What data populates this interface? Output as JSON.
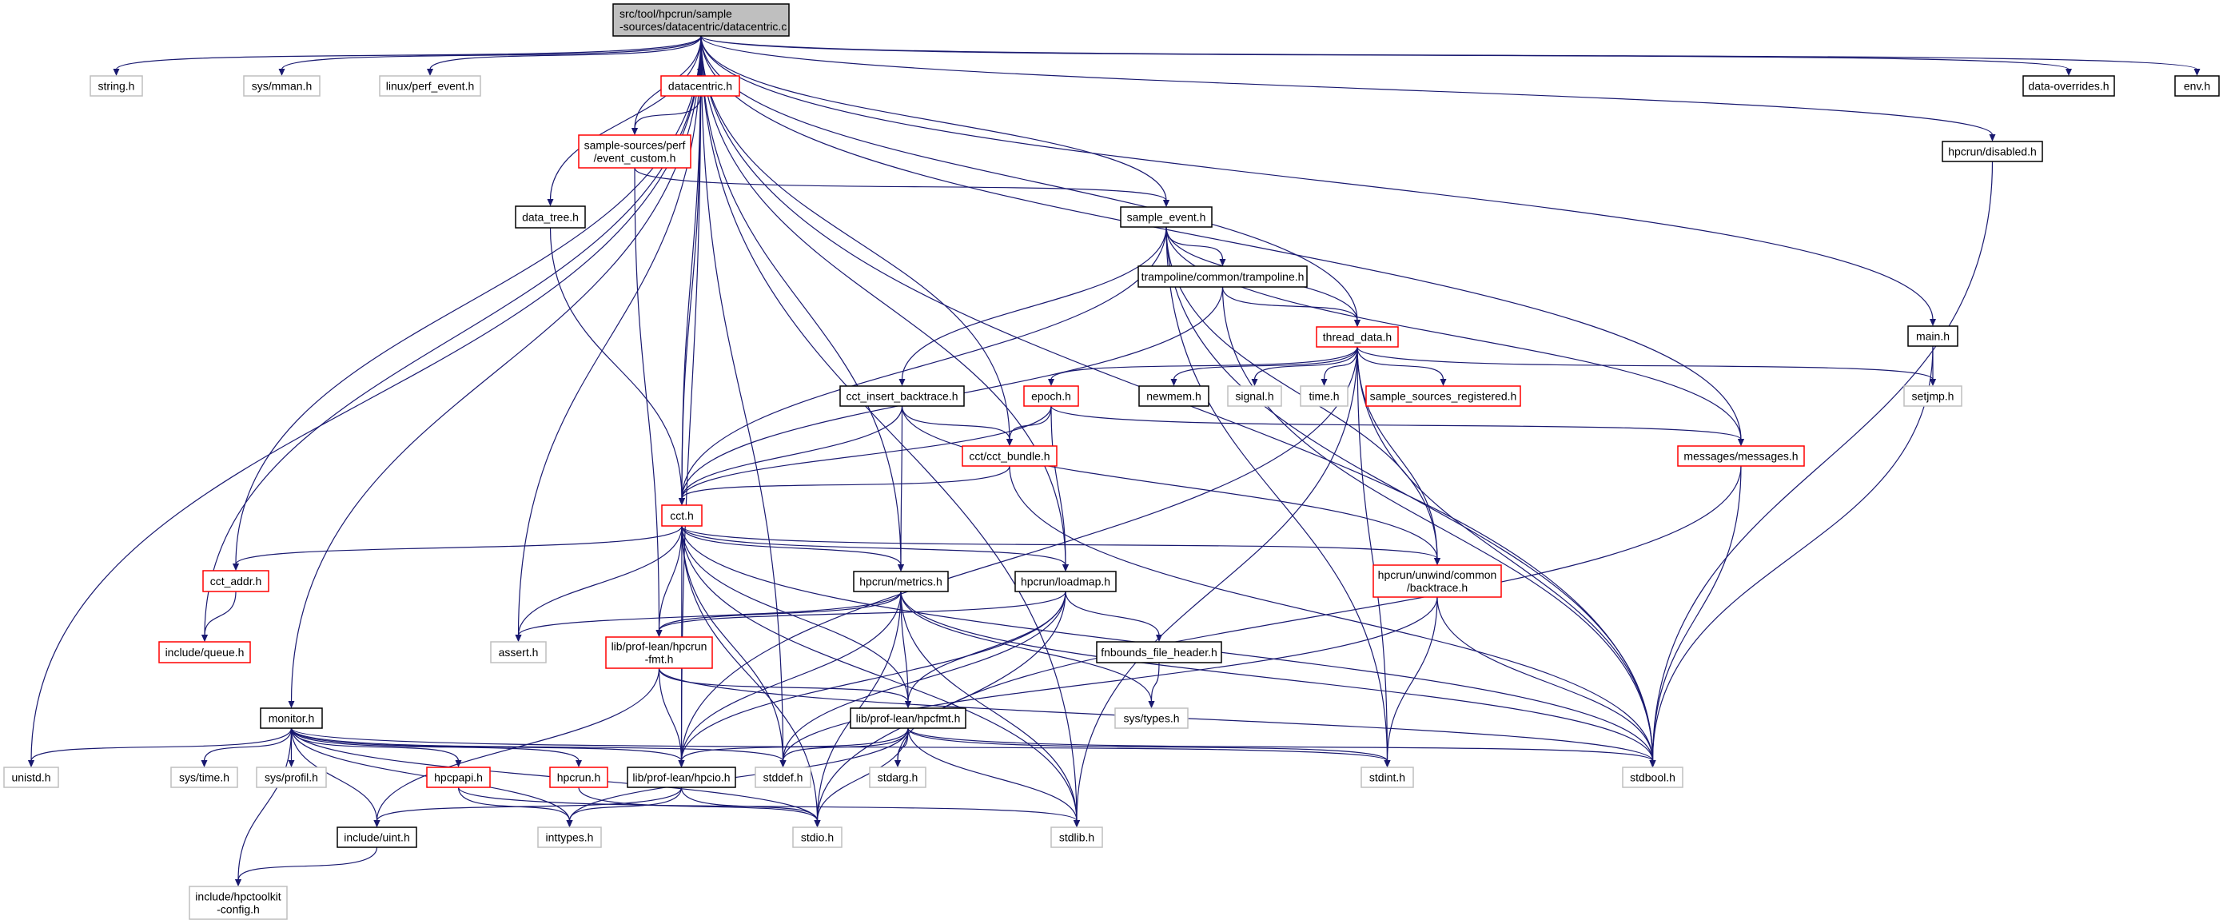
{
  "title": "Include dependency graph for src/tool/hpcrun/sample-sources/datacentric/datacentric.c",
  "colors": {
    "edge": "#191970",
    "root_fill": "#bfbfbf",
    "root_border": "#000000",
    "documented_border": "#000000",
    "truncated_border": "#ff0000",
    "external_border": "#bfbfbf",
    "node_fill": "#ffffff"
  },
  "nodes": [
    {
      "id": "root",
      "lines": [
        "src/tool/hpcrun/sample",
        "-sources/datacentric/datacentric.c"
      ],
      "kind": "root"
    },
    {
      "id": "string_h",
      "lines": [
        "string.h"
      ],
      "kind": "external"
    },
    {
      "id": "sys_mman_h",
      "lines": [
        "sys/mman.h"
      ],
      "kind": "external"
    },
    {
      "id": "linux_perf_event_h",
      "lines": [
        "linux/perf_event.h"
      ],
      "kind": "external"
    },
    {
      "id": "datacentric_h",
      "lines": [
        "datacentric.h"
      ],
      "kind": "truncated"
    },
    {
      "id": "event_custom_h",
      "lines": [
        "sample-sources/perf",
        "/event_custom.h"
      ],
      "kind": "truncated"
    },
    {
      "id": "data_tree_h",
      "lines": [
        "data_tree.h"
      ],
      "kind": "documented"
    },
    {
      "id": "sample_event_h",
      "lines": [
        "sample_event.h"
      ],
      "kind": "documented"
    },
    {
      "id": "data_overrides_h",
      "lines": [
        "data-overrides.h"
      ],
      "kind": "documented"
    },
    {
      "id": "env_h",
      "lines": [
        "env.h"
      ],
      "kind": "documented"
    },
    {
      "id": "hpcrun_disabled_h",
      "lines": [
        "hpcrun/disabled.h"
      ],
      "kind": "documented"
    },
    {
      "id": "trampoline_h",
      "lines": [
        "trampoline/common/trampoline.h"
      ],
      "kind": "documented"
    },
    {
      "id": "thread_data_h",
      "lines": [
        "thread_data.h"
      ],
      "kind": "truncated"
    },
    {
      "id": "main_h",
      "lines": [
        "main.h"
      ],
      "kind": "documented"
    },
    {
      "id": "setjmp_h",
      "lines": [
        "setjmp.h"
      ],
      "kind": "external"
    },
    {
      "id": "cct_insert_backtrace_h",
      "lines": [
        "cct_insert_backtrace.h"
      ],
      "kind": "documented"
    },
    {
      "id": "epoch_h",
      "lines": [
        "epoch.h"
      ],
      "kind": "truncated"
    },
    {
      "id": "newmem_h",
      "lines": [
        "newmem.h"
      ],
      "kind": "documented"
    },
    {
      "id": "signal_h",
      "lines": [
        "signal.h"
      ],
      "kind": "external"
    },
    {
      "id": "time_h",
      "lines": [
        "time.h"
      ],
      "kind": "external"
    },
    {
      "id": "sample_sources_registered_h",
      "lines": [
        "sample_sources_registered.h"
      ],
      "kind": "truncated"
    },
    {
      "id": "cct_bundle_h",
      "lines": [
        "cct/cct_bundle.h"
      ],
      "kind": "truncated"
    },
    {
      "id": "messages_h",
      "lines": [
        "messages/messages.h"
      ],
      "kind": "truncated"
    },
    {
      "id": "cct_h",
      "lines": [
        "cct.h"
      ],
      "kind": "truncated"
    },
    {
      "id": "cct_addr_h",
      "lines": [
        "cct_addr.h"
      ],
      "kind": "truncated"
    },
    {
      "id": "include_queue_h",
      "lines": [
        "include/queue.h"
      ],
      "kind": "truncated"
    },
    {
      "id": "hpcrun_metrics_h",
      "lines": [
        "hpcrun/metrics.h"
      ],
      "kind": "documented"
    },
    {
      "id": "hpcrun_loadmap_h",
      "lines": [
        "hpcrun/loadmap.h"
      ],
      "kind": "documented"
    },
    {
      "id": "backtrace_h",
      "lines": [
        "hpcrun/unwind/common",
        "/backtrace.h"
      ],
      "kind": "truncated"
    },
    {
      "id": "assert_h",
      "lines": [
        "assert.h"
      ],
      "kind": "external"
    },
    {
      "id": "hpcrun_fmt_h",
      "lines": [
        "lib/prof-lean/hpcrun",
        "-fmt.h"
      ],
      "kind": "truncated"
    },
    {
      "id": "fnbounds_h",
      "lines": [
        "fnbounds_file_header.h"
      ],
      "kind": "documented"
    },
    {
      "id": "sys_types_h",
      "lines": [
        "sys/types.h"
      ],
      "kind": "external"
    },
    {
      "id": "monitor_h",
      "lines": [
        "monitor.h"
      ],
      "kind": "documented"
    },
    {
      "id": "hpcfmt_h",
      "lines": [
        "lib/prof-lean/hpcfmt.h"
      ],
      "kind": "documented"
    },
    {
      "id": "unistd_h",
      "lines": [
        "unistd.h"
      ],
      "kind": "external"
    },
    {
      "id": "sys_time_h",
      "lines": [
        "sys/time.h"
      ],
      "kind": "external"
    },
    {
      "id": "sys_profil_h",
      "lines": [
        "sys/profil.h"
      ],
      "kind": "external"
    },
    {
      "id": "hpcpapi_h",
      "lines": [
        "hpcpapi.h"
      ],
      "kind": "truncated"
    },
    {
      "id": "hpcrun_h",
      "lines": [
        "hpcrun.h"
      ],
      "kind": "truncated"
    },
    {
      "id": "hpcio_h",
      "lines": [
        "lib/prof-lean/hpcio.h"
      ],
      "kind": "documented"
    },
    {
      "id": "stddef_h",
      "lines": [
        "stddef.h"
      ],
      "kind": "external"
    },
    {
      "id": "stdarg_h",
      "lines": [
        "stdarg.h"
      ],
      "kind": "external"
    },
    {
      "id": "stdint_h",
      "lines": [
        "stdint.h"
      ],
      "kind": "external"
    },
    {
      "id": "stdbool_h",
      "lines": [
        "stdbool.h"
      ],
      "kind": "external"
    },
    {
      "id": "include_uint_h",
      "lines": [
        "include/uint.h"
      ],
      "kind": "documented"
    },
    {
      "id": "inttypes_h",
      "lines": [
        "inttypes.h"
      ],
      "kind": "external"
    },
    {
      "id": "stdio_h",
      "lines": [
        "stdio.h"
      ],
      "kind": "external"
    },
    {
      "id": "stdlib_h",
      "lines": [
        "stdlib.h"
      ],
      "kind": "external"
    },
    {
      "id": "hpctoolkit_config_h",
      "lines": [
        "include/hpctoolkit",
        "-config.h"
      ],
      "kind": "external"
    }
  ],
  "edges": [
    [
      "root",
      "string_h"
    ],
    [
      "root",
      "sys_mman_h"
    ],
    [
      "root",
      "linux_perf_event_h"
    ],
    [
      "root",
      "datacentric_h"
    ],
    [
      "root",
      "event_custom_h"
    ],
    [
      "root",
      "data_tree_h"
    ],
    [
      "root",
      "sample_event_h"
    ],
    [
      "root",
      "thread_data_h"
    ],
    [
      "root",
      "cct_h"
    ],
    [
      "root",
      "cct_addr_h"
    ],
    [
      "root",
      "include_queue_h"
    ],
    [
      "root",
      "unistd_h"
    ],
    [
      "root",
      "monitor_h"
    ],
    [
      "root",
      "assert_h"
    ],
    [
      "root",
      "stddef_h"
    ],
    [
      "root",
      "hpcrun_metrics_h"
    ],
    [
      "root",
      "hpcrun_loadmap_h"
    ],
    [
      "root",
      "cct_bundle_h"
    ],
    [
      "root",
      "messages_h"
    ],
    [
      "root",
      "main_h"
    ],
    [
      "root",
      "hpcrun_disabled_h"
    ],
    [
      "root",
      "data_overrides_h"
    ],
    [
      "root",
      "env_h"
    ],
    [
      "root",
      "stdbool_h"
    ],
    [
      "root",
      "stdlib_h"
    ],
    [
      "root",
      "hpcio_h"
    ],
    [
      "datacentric_h",
      "event_custom_h"
    ],
    [
      "datacentric_h",
      "cct_h"
    ],
    [
      "event_custom_h",
      "sample_event_h"
    ],
    [
      "event_custom_h",
      "hpcrun_fmt_h"
    ],
    [
      "data_tree_h",
      "cct_h"
    ],
    [
      "sample_event_h",
      "trampoline_h"
    ],
    [
      "sample_event_h",
      "thread_data_h"
    ],
    [
      "sample_event_h",
      "cct_insert_backtrace_h"
    ],
    [
      "sample_event_h",
      "cct_h"
    ],
    [
      "sample_event_h",
      "messages_h"
    ],
    [
      "sample_event_h",
      "stdbool_h"
    ],
    [
      "sample_event_h",
      "stdint_h"
    ],
    [
      "sample_event_h",
      "backtrace_h"
    ],
    [
      "trampoline_h",
      "thread_data_h"
    ],
    [
      "trampoline_h",
      "cct_h"
    ],
    [
      "trampoline_h",
      "stdbool_h"
    ],
    [
      "thread_data_h",
      "epoch_h"
    ],
    [
      "thread_data_h",
      "newmem_h"
    ],
    [
      "thread_data_h",
      "signal_h"
    ],
    [
      "thread_data_h",
      "time_h"
    ],
    [
      "thread_data_h",
      "sample_sources_registered_h"
    ],
    [
      "thread_data_h",
      "setjmp_h"
    ],
    [
      "thread_data_h",
      "backtrace_h"
    ],
    [
      "thread_data_h",
      "stdbool_h"
    ],
    [
      "thread_data_h",
      "stdint_h"
    ],
    [
      "thread_data_h",
      "stdlib_h"
    ],
    [
      "thread_data_h",
      "hpcio_h"
    ],
    [
      "epoch_h",
      "cct_bundle_h"
    ],
    [
      "epoch_h",
      "cct_h"
    ],
    [
      "epoch_h",
      "hpcrun_loadmap_h"
    ],
    [
      "epoch_h",
      "messages_h"
    ],
    [
      "cct_insert_backtrace_h",
      "cct_bundle_h"
    ],
    [
      "cct_insert_backtrace_h",
      "cct_h"
    ],
    [
      "cct_insert_backtrace_h",
      "hpcrun_metrics_h"
    ],
    [
      "cct_insert_backtrace_h",
      "backtrace_h"
    ],
    [
      "cct_bundle_h",
      "cct_h"
    ],
    [
      "cct_bundle_h",
      "stdbool_h"
    ],
    [
      "cct_h",
      "cct_addr_h"
    ],
    [
      "cct_h",
      "assert_h"
    ],
    [
      "cct_h",
      "hpcrun_fmt_h"
    ],
    [
      "cct_h",
      "hpcio_h"
    ],
    [
      "cct_h",
      "stddef_h"
    ],
    [
      "cct_h",
      "hpcrun_metrics_h"
    ],
    [
      "cct_h",
      "hpcrun_loadmap_h"
    ],
    [
      "cct_h",
      "hpcfmt_h"
    ],
    [
      "cct_h",
      "backtrace_h"
    ],
    [
      "cct_h",
      "stdbool_h"
    ],
    [
      "cct_h",
      "stdio_h"
    ],
    [
      "cct_h",
      "stdlib_h"
    ],
    [
      "cct_addr_h",
      "include_queue_h"
    ],
    [
      "hpcrun_metrics_h",
      "assert_h"
    ],
    [
      "hpcrun_metrics_h",
      "hpcrun_fmt_h"
    ],
    [
      "hpcrun_metrics_h",
      "hpcio_h"
    ],
    [
      "hpcrun_metrics_h",
      "hpcfmt_h"
    ],
    [
      "hpcrun_metrics_h",
      "sys_types_h"
    ],
    [
      "hpcrun_metrics_h",
      "stdbool_h"
    ],
    [
      "hpcrun_metrics_h",
      "stdlib_h"
    ],
    [
      "hpcrun_metrics_h",
      "stdio_h"
    ],
    [
      "hpcrun_loadmap_h",
      "hpcrun_fmt_h"
    ],
    [
      "hpcrun_loadmap_h",
      "fnbounds_h"
    ],
    [
      "hpcrun_loadmap_h",
      "hpcfmt_h"
    ],
    [
      "hpcrun_loadmap_h",
      "hpcio_h"
    ],
    [
      "hpcrun_loadmap_h",
      "stddef_h"
    ],
    [
      "hpcrun_loadmap_h",
      "stdio_h"
    ],
    [
      "backtrace_h",
      "stdint_h"
    ],
    [
      "backtrace_h",
      "stdbool_h"
    ],
    [
      "backtrace_h",
      "stddef_h"
    ],
    [
      "messages_h",
      "stdarg_h"
    ],
    [
      "messages_h",
      "stdbool_h"
    ],
    [
      "hpcrun_fmt_h",
      "include_uint_h"
    ],
    [
      "hpcrun_fmt_h",
      "hpcio_h"
    ],
    [
      "hpcrun_fmt_h",
      "hpcfmt_h"
    ],
    [
      "hpcrun_fmt_h",
      "stdbool_h"
    ],
    [
      "hpcfmt_h",
      "hpcio_h"
    ],
    [
      "hpcfmt_h",
      "stddef_h"
    ],
    [
      "hpcfmt_h",
      "stdarg_h"
    ],
    [
      "hpcfmt_h",
      "stdio_h"
    ],
    [
      "hpcfmt_h",
      "stdlib_h"
    ],
    [
      "hpcfmt_h",
      "stdint_h"
    ],
    [
      "hpcfmt_h",
      "stdbool_h"
    ],
    [
      "hpcfmt_h",
      "inttypes_h"
    ],
    [
      "fnbounds_h",
      "sys_types_h"
    ],
    [
      "hpcio_h",
      "include_uint_h"
    ],
    [
      "hpcio_h",
      "inttypes_h"
    ],
    [
      "hpcio_h",
      "stdio_h"
    ],
    [
      "monitor_h",
      "unistd_h"
    ],
    [
      "monitor_h",
      "sys_time_h"
    ],
    [
      "monitor_h",
      "sys_profil_h"
    ],
    [
      "monitor_h",
      "hpcpapi_h"
    ],
    [
      "monitor_h",
      "hpcrun_h"
    ],
    [
      "monitor_h",
      "include_uint_h"
    ],
    [
      "monitor_h",
      "inttypes_h"
    ],
    [
      "monitor_h",
      "hpctoolkit_config_h"
    ],
    [
      "monitor_h",
      "hpcio_h"
    ],
    [
      "monitor_h",
      "stddef_h"
    ],
    [
      "monitor_h",
      "stdio_h"
    ],
    [
      "monitor_h",
      "stdint_h"
    ],
    [
      "hpcpapi_h",
      "inttypes_h"
    ],
    [
      "hpcpapi_h",
      "stdlib_h"
    ],
    [
      "hpcrun_h",
      "stdio_h"
    ],
    [
      "include_uint_h",
      "hpctoolkit_config_h"
    ],
    [
      "main_h",
      "setjmp_h"
    ],
    [
      "main_h",
      "stdbool_h"
    ],
    [
      "hpcrun_disabled_h",
      "stdbool_h"
    ]
  ]
}
